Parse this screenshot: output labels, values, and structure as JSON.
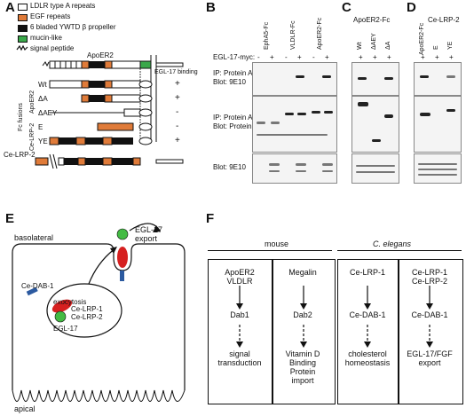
{
  "panels": {
    "A": "A",
    "B": "B",
    "C": "C",
    "D": "D",
    "E": "E",
    "F": "F"
  },
  "legend": [
    {
      "label": "LDLR type A repeats",
      "color": "#ffffff",
      "icon": "white-box-icon"
    },
    {
      "label": "EGF repeats",
      "color": "#e07b39",
      "icon": "orange-box-icon"
    },
    {
      "label": "6 bladed YWTD β propeller",
      "color": "#111111",
      "icon": "black-box-icon"
    },
    {
      "label": "mucin-like",
      "color": "#3aa84a",
      "icon": "green-box-icon"
    },
    {
      "label": "signal peptide",
      "color": "#111111",
      "icon": "signal-peptide-icon"
    }
  ],
  "panel_a": {
    "apoer2": "ApoER2",
    "egl17_binding": "EGL-17 binding",
    "fc_fusions": "Fc fusions",
    "apoer2_group": "ApoER2",
    "celrp2_group": "Ce-LRP-2",
    "celrp2": "Ce-LRP-2",
    "rows": [
      {
        "name": "Wt",
        "binding": "+"
      },
      {
        "name": "ΔA",
        "binding": "+"
      },
      {
        "name": "ΔAEY",
        "binding": "-"
      },
      {
        "name": "E",
        "binding": "-"
      },
      {
        "name": "YE",
        "binding": "+"
      }
    ]
  },
  "panel_b": {
    "columns": [
      "EphA5-Fc",
      "VLDLR-Fc",
      "ApoER2-Fc"
    ],
    "egl_label": "EGL-17-myc:",
    "lanes": [
      "-",
      "+",
      "-",
      "+",
      "-",
      "+"
    ],
    "blots": [
      "IP: Protein A\nBlot: 9E10",
      "IP: Protein A\nBlot: Protein A",
      "Blot: 9E10"
    ]
  },
  "panel_c": {
    "title": "ApoER2-Fc",
    "columns": [
      "Wt",
      "ΔAEY",
      "ΔA"
    ],
    "lanes": [
      "+",
      "+",
      "+"
    ]
  },
  "panel_d": {
    "columns": [
      "ApoER2-Fc",
      "E",
      "YE"
    ],
    "group": "Ce-LRP-2",
    "lanes": [
      "+",
      "+",
      "+"
    ]
  },
  "panel_e": {
    "basolateral": "basolateral",
    "apical": "apical",
    "egl17_export": "EGL-17\nexport",
    "exocytosis": "exocytosis",
    "cedab1": "Ce-DAB-1",
    "celrp": "Ce-LRP-1\nCe-LRP-2",
    "egl17": "EGL-17"
  },
  "panel_f": {
    "mouse": "mouse",
    "celegans": "C. elegans",
    "columns": [
      {
        "receptor": "ApoER2\nVLDLR",
        "adaptor": "Dab1",
        "outcome": "signal\ntransduction"
      },
      {
        "receptor": "Megalin",
        "adaptor": "Dab2",
        "outcome": "Vitamin D\nBinding\nProtein\nimport"
      },
      {
        "receptor": "Ce-LRP-1",
        "adaptor": "Ce-DAB-1",
        "outcome": "cholesterol\nhomeostasis"
      },
      {
        "receptor": "Ce-LRP-1\nCe-LRP-2",
        "adaptor": "Ce-DAB-1",
        "outcome": "EGL-17/FGF\nexport"
      }
    ]
  },
  "colors": {
    "egf": "#e07b39",
    "mucin": "#3aa84a",
    "dab": "#2c5aa0",
    "lrp": "#d62020",
    "egl17": "#44bb44"
  }
}
